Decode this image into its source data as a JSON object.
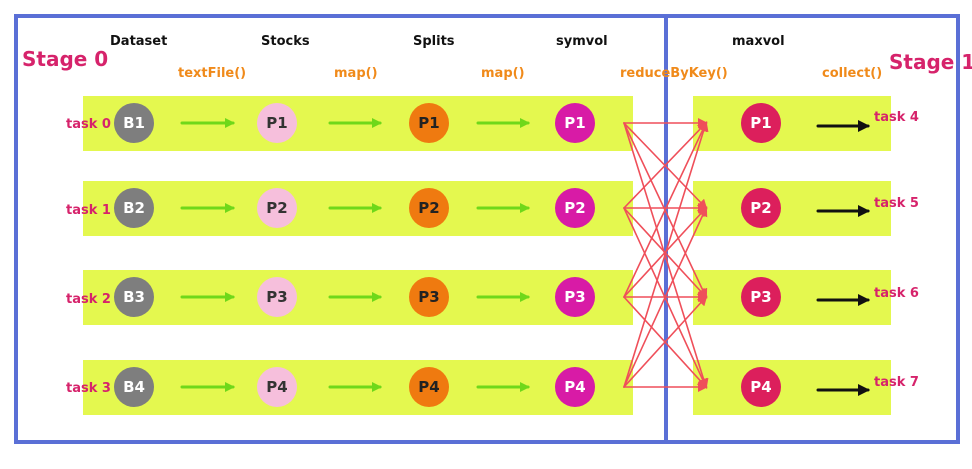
{
  "stages": {
    "stage0": "Stage 0",
    "stage1": "Stage 1"
  },
  "columns": [
    "Dataset",
    "Stocks",
    "Splits",
    "symvol",
    "maxvol"
  ],
  "operations": [
    "textFile()",
    "map()",
    "map()",
    "reduceByKey()",
    "collect()"
  ],
  "rows": [
    {
      "task_left": "task 0",
      "dataset": "B1",
      "stocks": "P1",
      "splits": "P1",
      "symvol": "P1",
      "maxvol": "P1",
      "task_right": "task 4"
    },
    {
      "task_left": "task 1",
      "dataset": "B2",
      "stocks": "P2",
      "splits": "P2",
      "symvol": "P2",
      "maxvol": "P2",
      "task_right": "task 5"
    },
    {
      "task_left": "task 2",
      "dataset": "B3",
      "stocks": "P3",
      "splits": "P3",
      "symvol": "P3",
      "maxvol": "P3",
      "task_right": "task 6"
    },
    {
      "task_left": "task 3",
      "dataset": "B4",
      "stocks": "P4",
      "splits": "P4",
      "symvol": "P4",
      "maxvol": "P4",
      "task_right": "task 7"
    }
  ],
  "colors": {
    "stage_border": "#5a6fd6",
    "band": "#e4f84f",
    "dataset_node": "#7e7e7e",
    "stocks_node": "#f6bfdc",
    "splits_node": "#ef7a10",
    "symvol_node": "#d81ba6",
    "maxvol_node": "#dc1f5c",
    "green_arrow": "#6fd81a",
    "shuffle_arrow": "#ef4f5a",
    "black_arrow": "#111111"
  }
}
